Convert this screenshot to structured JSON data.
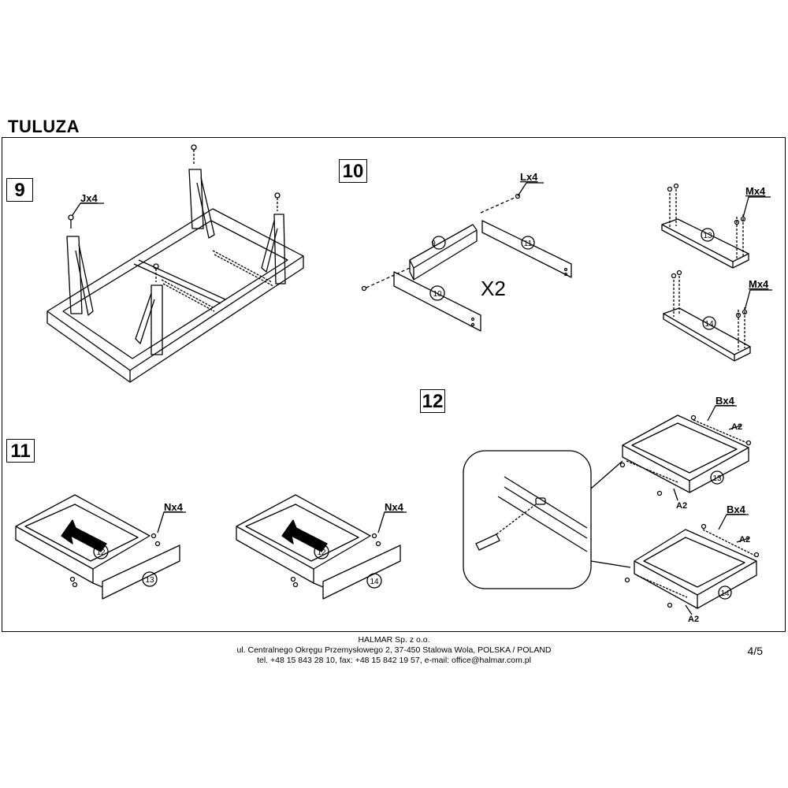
{
  "document": {
    "title": "TULUZA",
    "page": "4/5"
  },
  "steps": [
    {
      "number": "9"
    },
    {
      "number": "10"
    },
    {
      "number": "11"
    },
    {
      "number": "12"
    }
  ],
  "labels": {
    "j": "Jx4",
    "l": "Lx4",
    "m1": "Mx4",
    "m2": "Mx4",
    "n1": "Nx4",
    "n2": "Nx4",
    "b1": "Bx4",
    "b2": "Bx4",
    "a2_1": "A2",
    "a2_2": "A2",
    "a2_3": "A2",
    "a2_4": "A2",
    "x2": "X2"
  },
  "part_numbers": {
    "p9": "9",
    "p10": "10",
    "p11": "11",
    "p13a": "13",
    "p14a": "14",
    "p12a": "12",
    "p13b": "13",
    "p12b": "12",
    "p14b": "14",
    "p13c": "13",
    "p14c": "14"
  },
  "footer": {
    "company": "HALMAR Sp. z o.o.",
    "address": "ul. Centralnego Okręgu Przemysłowego 2, 37-450 Stalowa Wola, POLSKA / POLAND",
    "contact": "tel. +48 15 843 28 10, fax: +48 15 842 19 57, e-mail: office@halmar.com.pl"
  }
}
